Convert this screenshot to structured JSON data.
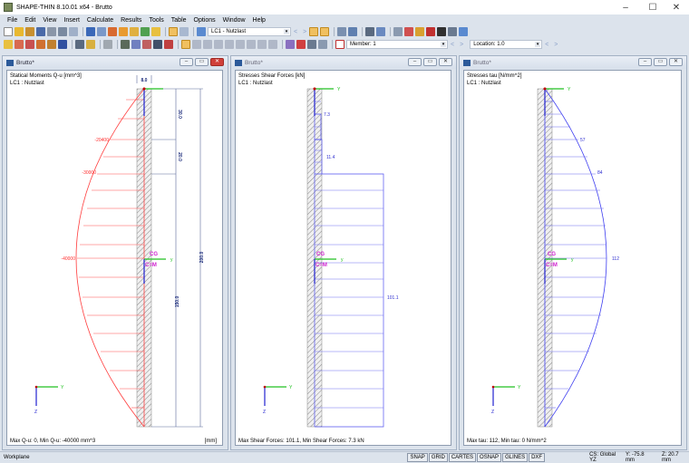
{
  "window": {
    "title": "SHAPE-THIN 8.10.01 x64 - Brutto",
    "controls": {
      "minimize": "–",
      "maximize": "☐",
      "close": "✕"
    }
  },
  "menu": [
    "File",
    "Edit",
    "View",
    "Insert",
    "Calculate",
    "Results",
    "Tools",
    "Table",
    "Options",
    "Window",
    "Help"
  ],
  "toolbar": {
    "load_case": "LC1 - Nutzlast",
    "member": "Member: 1",
    "location": "Location: 1.0",
    "prev": "<",
    "next": ">"
  },
  "panes": [
    {
      "title": "Brutto*",
      "heading": "Statical Moments Q-u [mm^3]",
      "load_case": "LC1 : Nutzlast",
      "footer": "Max Q-u: 0, Min Q-u: -40000 mm^3",
      "unit": "[mm]",
      "labels": {
        "v1": "-20400",
        "v2": "-30000",
        "v3": "-40000",
        "dim_top": "8.0",
        "dim_a": "30.0",
        "dim_b": "20.0",
        "dim_c": "150.0",
        "dim_total": "200.0",
        "cg": "CG",
        "cm": "C=M",
        "y": "Y",
        "z": "Z",
        "axis_y": "y"
      },
      "color": "#ff3030"
    },
    {
      "title": "Brutto*",
      "heading": "Stresses Shear Forces [kN]",
      "load_case": "LC1 : Nutzlast",
      "footer": "Max Shear Forces: 101.1, Min Shear Forces: 7.3 kN",
      "labels": {
        "v1": "7.3",
        "v2": "11.4",
        "v3": "101.1",
        "cg": "CG",
        "cm": "C=M",
        "y": "Y",
        "z": "Z",
        "axis_y": "y"
      },
      "color": "#3a3af0"
    },
    {
      "title": "Brutto*",
      "heading": "Stresses tau [N/mm^2]",
      "load_case": "LC1 : Nutzlast",
      "footer": "Max tau: 112, Min tau: 0 N/mm^2",
      "labels": {
        "v1": "57",
        "v2": "84",
        "v3": "112",
        "cg": "CG",
        "cm": "C=M",
        "y": "Y",
        "z": "Z",
        "axis_y": "y"
      },
      "color": "#3a3af0"
    }
  ],
  "statusbar": {
    "workplane": "Workplane",
    "toggles": [
      "SNAP",
      "GRID",
      "CARTES",
      "OSNAP",
      "GLINES",
      "DXF"
    ],
    "cs": "CS: Global YZ",
    "y": "Y: -75.8 mm",
    "z": "Z: 20.7 mm"
  }
}
